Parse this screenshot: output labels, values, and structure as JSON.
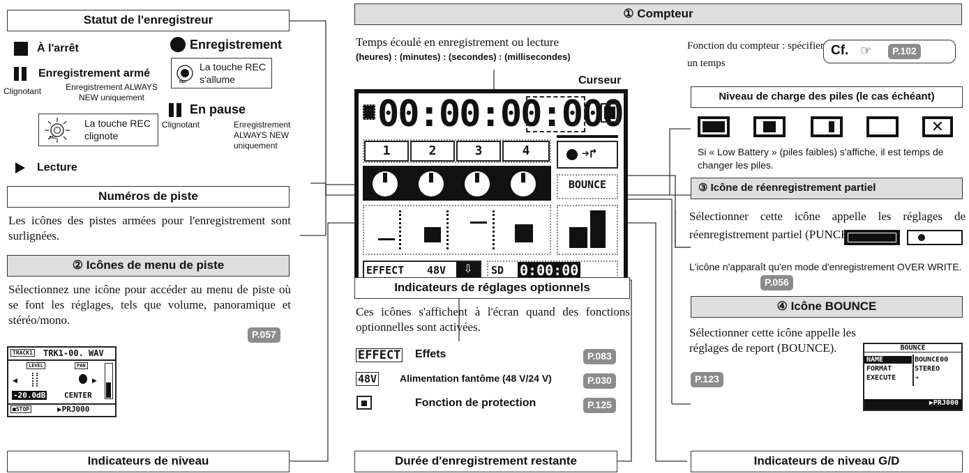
{
  "left": {
    "statut_title": "Statut de l'enregistreur",
    "stop": "À l'arrêt",
    "rec_armed": "Enregistrement armé",
    "clignotant1": "Clignotant",
    "always_new1": "Enregistrement ALWAYS NEW uniquement",
    "rec_blink_text": "La touche REC clignote",
    "recording": "Enregistrement",
    "rec_lit_text": "La touche REC s'allume",
    "pause": "En pause",
    "clignotant2": "Clignotant",
    "always_new2": "Enregistrement ALWAYS NEW uniquement",
    "play": "Lecture",
    "rec_key_label": "REC",
    "tracks_title": "Numéros de piste",
    "tracks_desc": "Les icônes des pistes armées pour l'enregistrement sont surlignées.",
    "menu_title": "② Icônes de menu de piste",
    "menu_desc": "Sélectionnez une icône pour accéder au menu de piste où se font les réglages, tels que volume, panoramique et stéréo/mono.",
    "menu_ref": "P.057",
    "levels_title": "Indicateurs de niveau",
    "thumb": {
      "track": "TRACK1",
      "file": "TRK1-00. WAV",
      "level_lbl": "LEVEL",
      "pan_lbl": "PAN",
      "db": "-20.0dB",
      "center": "CENTER",
      "stop": "■STOP",
      "prj": "▶PRJ000"
    }
  },
  "center": {
    "counter_title": "① Compteur",
    "elapsed": "Temps écoulé en enregistrement ou lecture",
    "units": "(heures) : (minutes) : (secondes) : (millisecondes)",
    "cursor": "Curseur",
    "time_digits": "00:00:00:000",
    "tracks": [
      "1",
      "2",
      "3",
      "4"
    ],
    "bounce": "BOUNCE",
    "effect": "EFFECT",
    "v48": "48V",
    "sd": "SD",
    "remaining": "0:00:00",
    "opt_title": "Indicateurs de réglages optionnels",
    "opt_desc": "Ces icônes s'affichent à l'écran quand des fonctions optionnelles sont activées.",
    "opt_items": [
      {
        "icon": "EFFECT",
        "label": "Effets",
        "ref": "P.083"
      },
      {
        "icon": "48V",
        "label": "Alimentation fantôme (48 V/24 V)",
        "ref": "P.030"
      },
      {
        "icon": "",
        "label": "Fonction de protection",
        "ref": "P.125"
      }
    ],
    "remain_title": "Durée d'enregistrement restante"
  },
  "right": {
    "fn_text": "Fonction du compteur : spécifier un temps",
    "cf": "Cf.",
    "cf_ref": "P.102",
    "battery_title": "Niveau de charge des piles (le cas échéant)",
    "battery_desc": "Si « Low Battery » (piles faibles) s'affiche, il est temps de changer les piles.",
    "punch_title": "③ Icône de réenregistrement partiel",
    "punch_desc": "Sélectionner cette icône appelle les réglages de réenregistrement partiel (PUNCH IN/OUT).",
    "punch_note": "L'icône n'apparaît qu'en mode d'enregistrement OVER WRITE.",
    "punch_ref": "P.056",
    "bounce_title": "④ Icône BOUNCE",
    "bounce_desc": "Sélectionner cette icône appelle les réglages de report (BOUNCE).",
    "bounce_ref": "P.123",
    "lr_title": "Indicateurs de niveau G/D",
    "bthumb": {
      "title": "BOUNCE",
      "rows": [
        {
          "k": "NAME",
          "v": "BOUNCE00"
        },
        {
          "k": "FORMAT",
          "v": "STEREO"
        },
        {
          "k": "EXECUTE",
          "v": "➔"
        }
      ],
      "prj": "▶PRJ000"
    }
  }
}
